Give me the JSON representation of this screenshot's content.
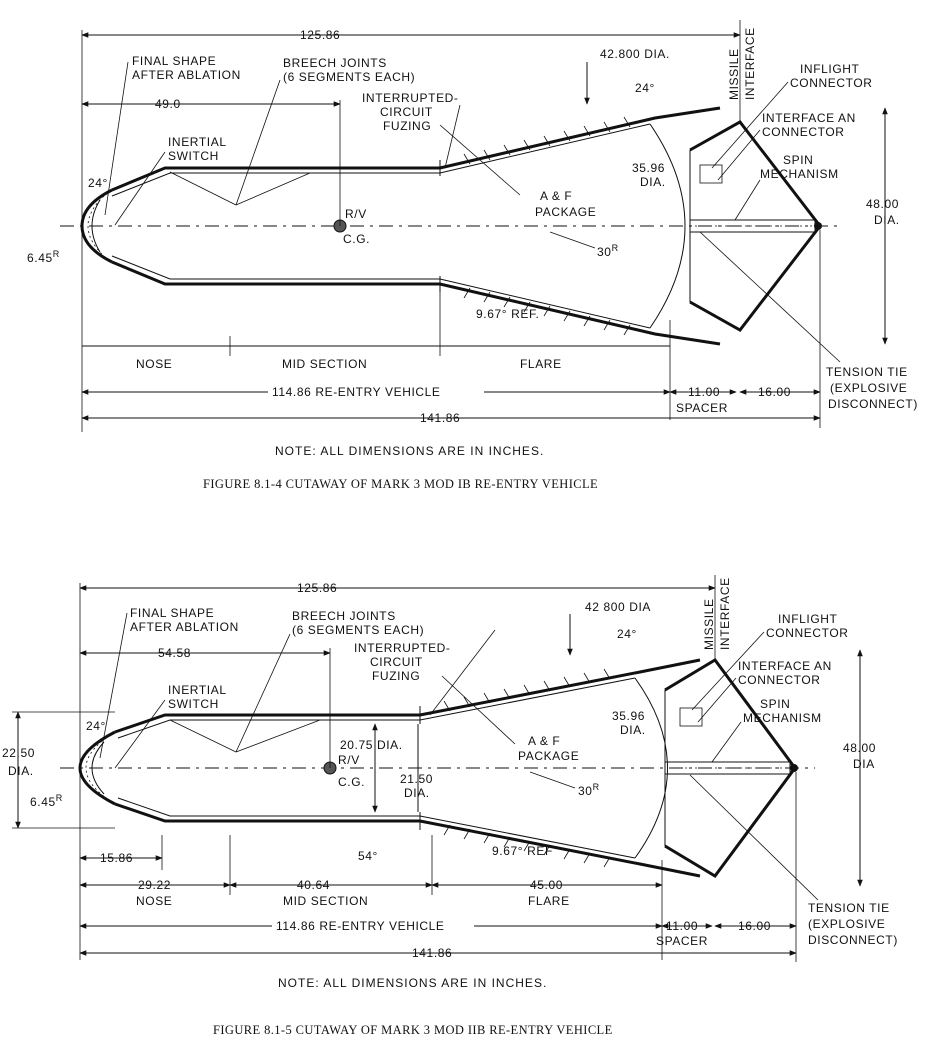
{
  "figure1": {
    "dims": {
      "overall": "125.86",
      "cg_dist": "49.0",
      "flare_dia": "42.800 DIA.",
      "flare_angle": "24°",
      "nose_angle": "24°",
      "nose_radius": "6.45",
      "nose_radius_sup": "R",
      "package_dia_value": "35.96",
      "package_dia_unit": "DIA.",
      "base_radius": "30",
      "base_radius_sup": "R",
      "flare_ref": "9.67° REF.",
      "outer_dia_value": "48.00",
      "outer_dia_unit": "DIA.",
      "rv_length": "114.86 RE-ENTRY VEHICLE",
      "spacer_len": "11.00",
      "spacer_label": "SPACER",
      "tail_len": "16.00",
      "total": "141.86"
    },
    "labels": {
      "final_shape_1": "FINAL SHAPE",
      "final_shape_2": "AFTER ABLATION",
      "breech_1": "BREECH JOINTS",
      "breech_2": "(6 SEGMENTS EACH)",
      "fuzing_1": "INTERRUPTED-",
      "fuzing_2": "CIRCUIT",
      "fuzing_3": "FUZING",
      "inertial_1": "INERTIAL",
      "inertial_2": "SWITCH",
      "rv_cg_1": "R/V",
      "rv_cg_2": "C.G.",
      "af_1": "A & F",
      "af_2": "PACKAGE",
      "missile": "MISSILE",
      "interface": "INTERFACE",
      "inflight_1": "INFLIGHT",
      "inflight_2": "CONNECTOR",
      "iface_an_1": "INTERFACE AN",
      "iface_an_2": "CONNECTOR",
      "spin_1": "SPIN",
      "spin_2": "MECHANISM",
      "tension_1": "TENSION TIE",
      "tension_2": "(EXPLOSIVE",
      "tension_3": "DISCONNECT)",
      "nose": "NOSE",
      "mid": "MID SECTION",
      "flare": "FLARE"
    },
    "note": "NOTE:  ALL DIMENSIONS ARE IN INCHES.",
    "caption": "FIGURE 8.1-4  CUTAWAY OF MARK 3 MOD IB RE-ENTRY VEHICLE"
  },
  "figure2": {
    "dims": {
      "overall": "125.86",
      "cg_dist": "54.58",
      "flare_dia": "42 800 DIA",
      "flare_angle": "24°",
      "nose_angle": "24°",
      "nose_radius": "6.45",
      "nose_radius_sup": "R",
      "nose_dia_value": "22.50",
      "nose_dia_unit": "DIA.",
      "mid_dia": "20.75 DIA.",
      "mid_dia2_value": "21.50",
      "mid_dia2_unit": "DIA.",
      "package_dia_value": "35.96",
      "package_dia_unit": "DIA.",
      "base_radius": "30",
      "base_radius_sup": "R",
      "flare_ref": "9.67° REF",
      "small_angle": "54°",
      "outer_dia_value": "48.00",
      "outer_dia_unit": "DIA",
      "nose_tip": "15.86",
      "nose_len": "29.22",
      "mid_len": "40.64",
      "flare_len": "45.00",
      "rv_length": "114.86 RE-ENTRY VEHICLE",
      "spacer_len": "11.00",
      "spacer_label": "SPACER",
      "tail_len": "16.00",
      "total": "141.86"
    },
    "labels": {
      "final_shape_1": "FINAL SHAPE",
      "final_shape_2": "AFTER ABLATION",
      "breech_1": "BREECH JOINTS",
      "breech_2": "(6 SEGMENTS EACH)",
      "fuzing_1": "INTERRUPTED-",
      "fuzing_2": "CIRCUIT",
      "fuzing_3": "FUZING",
      "inertial_1": "INERTIAL",
      "inertial_2": "SWITCH",
      "rv_cg_1": "R/V",
      "rv_cg_2": "C.G.",
      "af_1": "A & F",
      "af_2": "PACKAGE",
      "missile": "MISSILE",
      "interface": "INTERFACE",
      "inflight_1": "INFLIGHT",
      "inflight_2": "CONNECTOR",
      "iface_an_1": "INTERFACE AN",
      "iface_an_2": "CONNECTOR",
      "spin_1": "SPIN",
      "spin_2": "MECHANISM",
      "tension_1": "TENSION TIE",
      "tension_2": "(EXPLOSIVE",
      "tension_3": "DISCONNECT)",
      "nose": "NOSE",
      "mid": "MID SECTION",
      "flare": "FLARE"
    },
    "note": "NOTE:  ALL DIMENSIONS ARE IN INCHES.",
    "caption": "FIGURE 8.1-5  CUTAWAY OF MARK 3 MOD IIB RE-ENTRY VEHICLE"
  }
}
